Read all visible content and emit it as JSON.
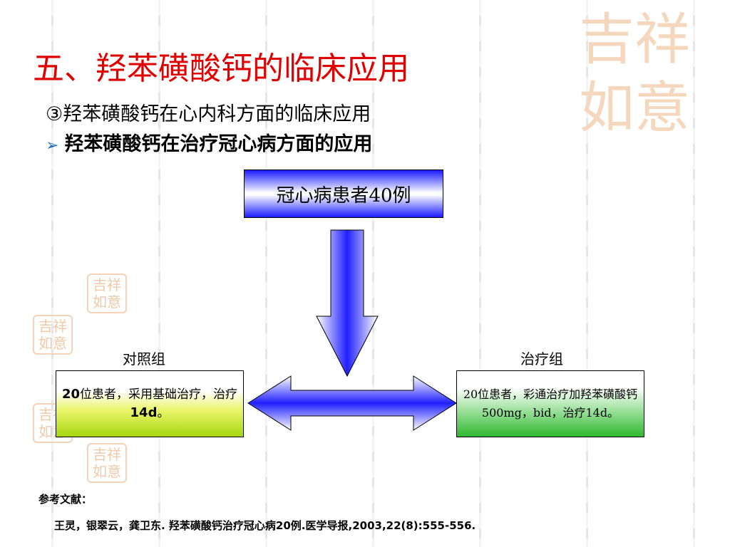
{
  "slide": {
    "title": "五、羟苯磺酸钙的临床应用",
    "subtitle": "③羟苯磺酸钙在心内科方面的临床应用",
    "bullet_glyph": "➢",
    "bullet_text": "羟苯磺酸钙在治疗冠心病方面的应用"
  },
  "flow": {
    "top_box": "冠心病患者40例",
    "left_label": "对照组",
    "right_label": "治疗组",
    "left_box": {
      "num_a": "20",
      "text_a": "位患者，采用基础治疗，治疗",
      "num_b": "14d",
      "text_b": "。"
    },
    "right_box": "20位患者，彩通治疗加羟苯磺酸钙500mg，bid，治疗14d。"
  },
  "reference": {
    "heading": "参考文献：",
    "text": "王灵，银翠云，龚卫东. 羟苯磺酸钙治疗冠心病20例.医学导报,2003,22(8):555-556."
  },
  "decoration": {
    "seal_text": "吉祥如意",
    "seal_color": "#f0c9a8",
    "title_color": "#e00000",
    "arrow_color": "#2020ff"
  }
}
